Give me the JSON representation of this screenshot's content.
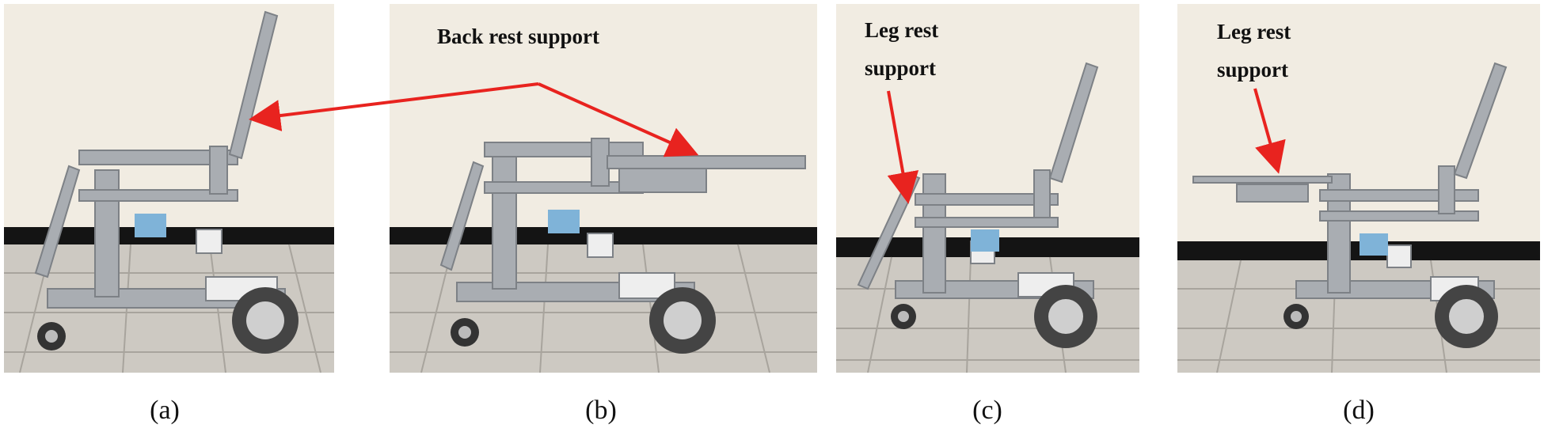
{
  "panels": [
    {
      "caption": "(a)"
    },
    {
      "caption": "(b)"
    },
    {
      "caption": "(c)"
    },
    {
      "caption": "(d)"
    }
  ],
  "callouts": {
    "back_rest": "Back rest support",
    "leg_rest_c_line1": "Leg rest",
    "leg_rest_c_line2": "support",
    "leg_rest_d_line1": "Leg rest",
    "leg_rest_d_line2": "support"
  },
  "colors": {
    "arrow": "#e8231f",
    "wall": "#f1ece2",
    "floor": "#c9c6c0",
    "baseboard": "#141414",
    "frame": "#a9adb2"
  }
}
